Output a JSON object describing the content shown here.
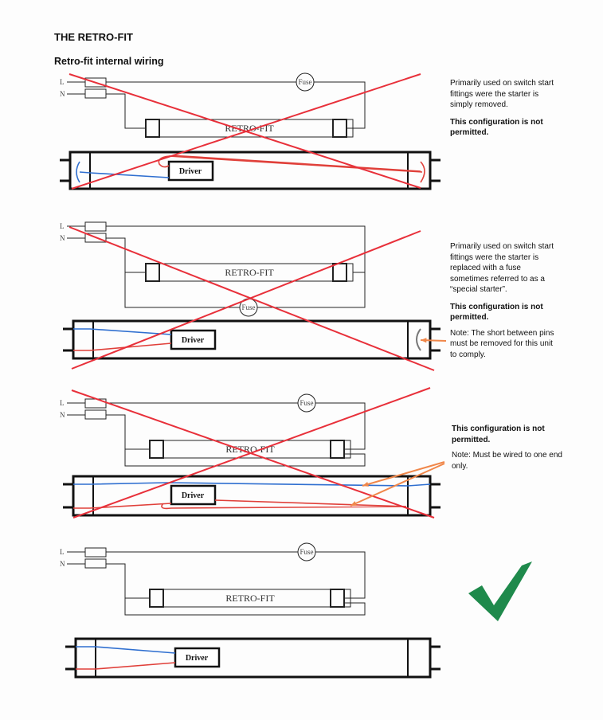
{
  "title": "THE RETRO-FIT",
  "subtitle": "Retro-fit internal wiring",
  "labels": {
    "live": "L",
    "neutral": "N",
    "fuse": "Fuse",
    "tube": "RETRO-FIT",
    "driver": "Driver"
  },
  "diagrams": [
    {
      "desc": "Primarily used on switch start fittings were the starter is simply removed.",
      "verdict": "This configuration is not permitted.",
      "status": "crossed"
    },
    {
      "desc": "Primarily used on switch start fittings were the starter is replaced with a fuse sometimes referred to as a “special starter”.",
      "verdict": "This configuration is not permitted.",
      "note": "Note: The short between pins must be removed for this unit to comply.",
      "status": "crossed"
    },
    {
      "verdict": "This configuration is not permitted.",
      "note": "Note: Must be wired to one end only.",
      "status": "crossed"
    },
    {
      "status": "approved"
    }
  ],
  "colors": {
    "cross": "#e8303a",
    "live_wire": "#e0403a",
    "neutral_wire": "#2f6fd0",
    "arrow": "#f0874a",
    "check": "#1f8a4c"
  }
}
